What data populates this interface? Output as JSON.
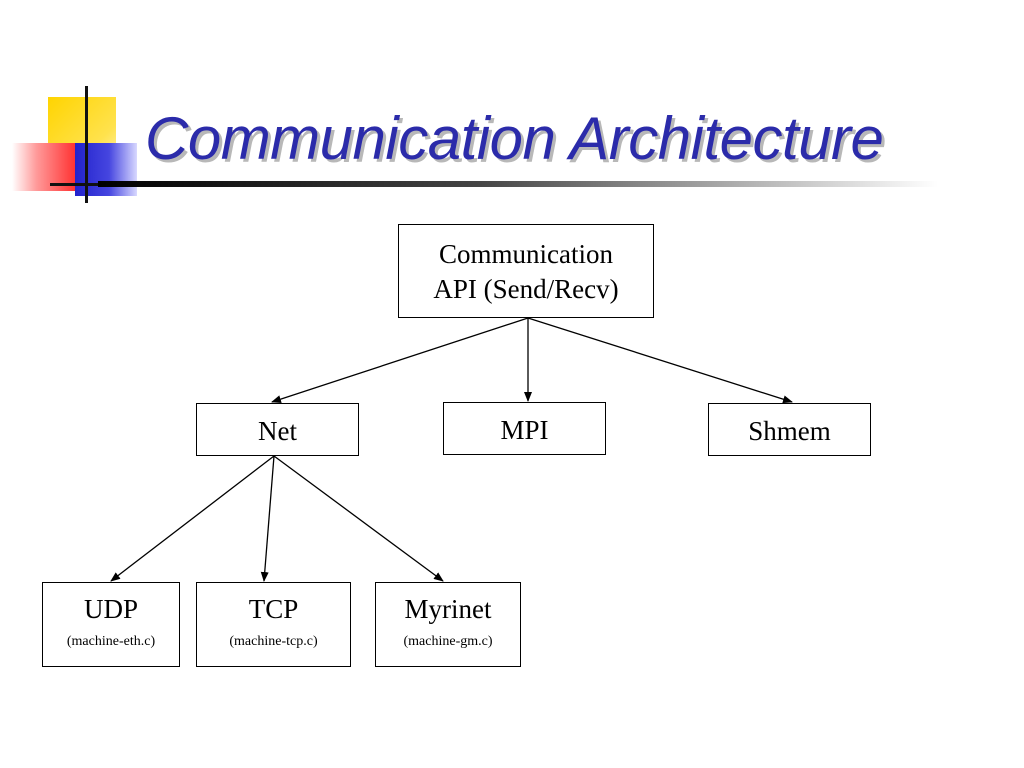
{
  "slide": {
    "title": "Communication Architecture"
  },
  "diagram": {
    "root": {
      "line1": "Communication",
      "line2": "API (Send/Recv)"
    },
    "middle": [
      {
        "label": "Net"
      },
      {
        "label": "MPI"
      },
      {
        "label": "Shmem"
      }
    ],
    "leaves": [
      {
        "label": "UDP",
        "sub": "(machine-eth.c)"
      },
      {
        "label": "TCP",
        "sub": "(machine-tcp.c)"
      },
      {
        "label": "Myrinet",
        "sub": "(machine-gm.c)"
      }
    ],
    "edges": [
      {
        "from": "Communication API (Send/Recv)",
        "to": "Net"
      },
      {
        "from": "Communication API (Send/Recv)",
        "to": "MPI"
      },
      {
        "from": "Communication API (Send/Recv)",
        "to": "Shmem"
      },
      {
        "from": "Net",
        "to": "UDP"
      },
      {
        "from": "Net",
        "to": "TCP"
      },
      {
        "from": "Net",
        "to": "Myrinet"
      }
    ]
  },
  "colors": {
    "title": "#2b2baa",
    "logo_yellow": "#ffd400",
    "logo_red": "#ff2020",
    "logo_blue": "#2222cc"
  }
}
